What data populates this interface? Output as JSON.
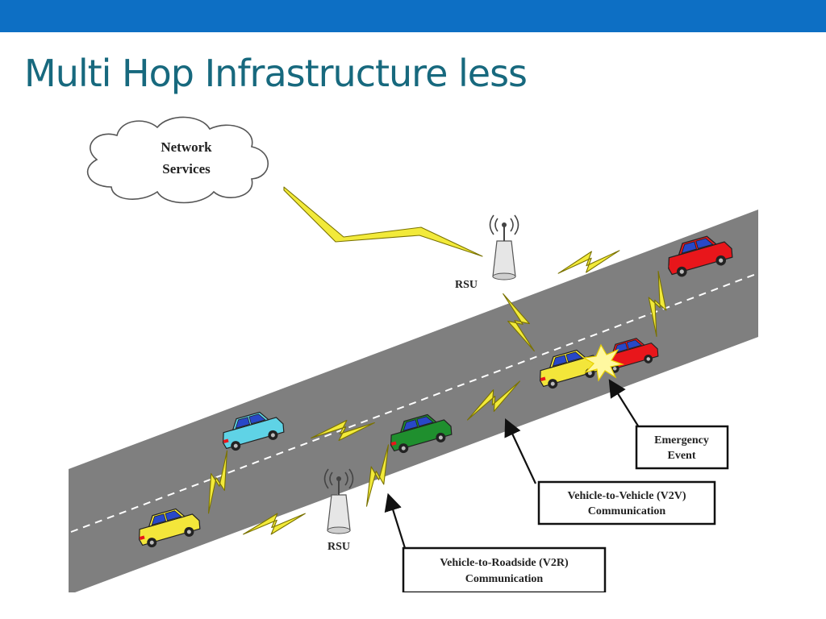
{
  "slide": {
    "title": "Multi Hop Infrastructure less"
  },
  "diagram": {
    "cloud": {
      "line1": "Network",
      "line2": "Services"
    },
    "rsu_label": "RSU",
    "callouts": {
      "emergency": {
        "line1": "Emergency",
        "line2": "Event"
      },
      "v2v": {
        "line1": "Vehicle-to-Vehicle (V2V)",
        "line2": "Communication"
      },
      "v2r": {
        "line1": "Vehicle-to-Roadside (V2R)",
        "line2": "Communication"
      }
    }
  },
  "colors": {
    "header_bar": "#0d6fc4",
    "title": "#17697e",
    "road": "#7f7f7f",
    "link": "#f2ea3a",
    "car_yellow": "#f3e63a",
    "car_cyan": "#5fd3e6",
    "car_green": "#1f8f2e",
    "car_red": "#e8161b"
  }
}
